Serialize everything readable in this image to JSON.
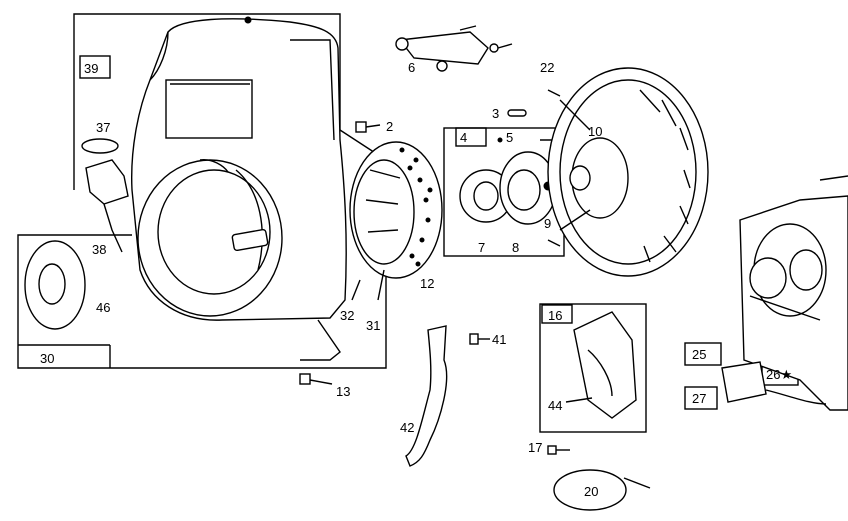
{
  "diagram": {
    "labels": {
      "p39": "39",
      "p37": "37",
      "p38": "38",
      "p46": "46",
      "p30": "30",
      "p2": "2",
      "p6": "6",
      "p3": "3",
      "p22": "22",
      "p4": "4",
      "p5": "5",
      "p10": "10",
      "p7": "7",
      "p8": "8",
      "p9": "9",
      "p12": "12",
      "p32": "32",
      "p31": "31",
      "p41": "41",
      "p13": "13",
      "p42": "42",
      "p16": "16",
      "p44": "44",
      "p17": "17",
      "p20": "20",
      "p25": "25",
      "p26": "26★",
      "p27": "27"
    }
  }
}
